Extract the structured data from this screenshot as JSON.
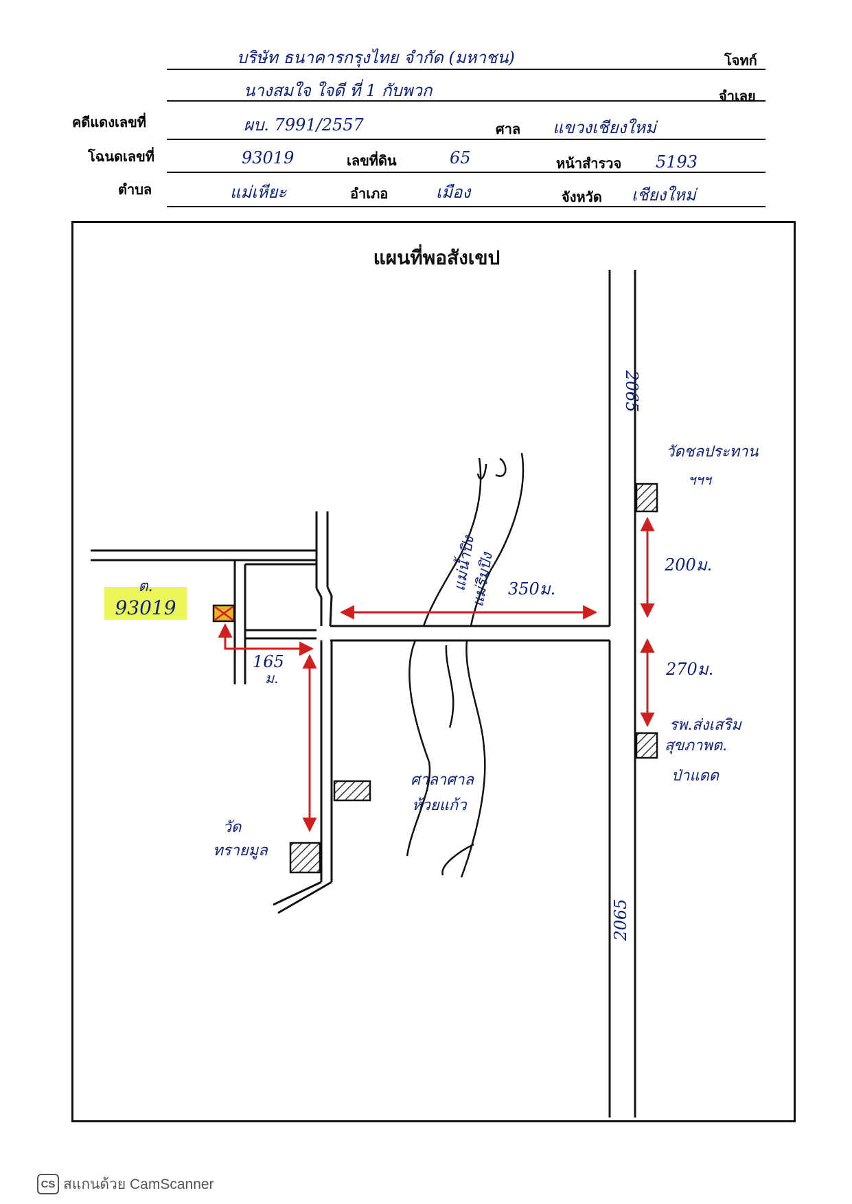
{
  "header": {
    "plaintiff_value": "บริษัท ธนาคารกรุงไทย จำกัด (มหาชน)",
    "plaintiff_label": "โจทก์",
    "defendant_value": "นางสมใจ ใจดี ที่ 1 กับพวก",
    "defendant_label": "จำเลย",
    "red_case_label": "คดีแดงเลขที่",
    "red_case_value": "ผบ. 7991/2557",
    "court_label": "ศาล",
    "court_value": "แขวงเชียงใหม่",
    "deed_label": "โฉนดเลขที่",
    "deed_value": "93019",
    "land_no_label": "เลขที่ดิน",
    "land_no_value": "65",
    "survey_label": "หน้าสำรวจ",
    "survey_value": "5193",
    "subdistrict_label": "ตำบล",
    "subdistrict_value": "แม่เหียะ",
    "district_label": "อำเภอ",
    "district_value": "เมือง",
    "province_label": "จังหวัด",
    "province_value": "เชียงใหม่"
  },
  "map": {
    "title": "แผนที่พอสังเขป",
    "parcel_label_line1": "ต.",
    "parcel_label_line2": "93019",
    "road_label_top": "2065",
    "road_label_bottom": "2065",
    "temple_top_line1": "วัดชลประทาน",
    "temple_top_line2": "ฯฯฯ",
    "dist_200": "200ม.",
    "dist_270": "270ม.",
    "dist_350": "350ม.",
    "dist_165_line1": "165",
    "dist_165_line2": "ม.",
    "canal_label_line1": "แม่น้ำปิง",
    "canal_label_line2": "แม่ริมปิง",
    "hospital_line1": "รพ.ส่งเสริม",
    "hospital_line2": "สุขภาพต.",
    "hospital_line3": "ป่าแดด",
    "school_line1": "ศาลาศาล",
    "school_line2": "ห้วยแก้ว",
    "temple_bottom_line1": "วัด",
    "temple_bottom_line2": "ทรายมูล",
    "highlight_color": "#e8f53a",
    "arrow_color": "#d21e1e",
    "ink_color": "#0d1f7a"
  },
  "footer": {
    "logo_text": "CS",
    "scanner_text": "สแกนด้วย CamScanner"
  }
}
